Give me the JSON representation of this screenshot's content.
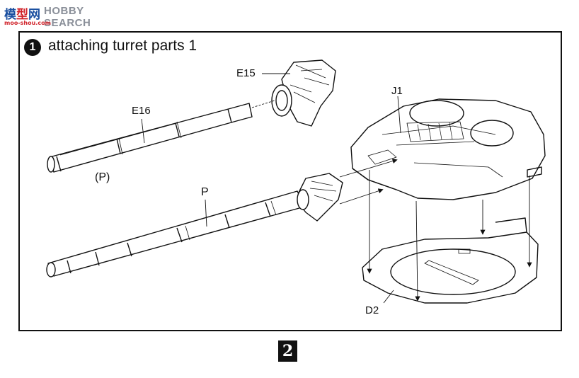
{
  "watermark": {
    "cn_1": "模",
    "cn_2": "型",
    "cn_3": "网",
    "brand": "HOBBY SEARCH",
    "url": "moo-shou.com"
  },
  "step": {
    "number": "1",
    "title": "attaching turret parts 1"
  },
  "parts": {
    "e15": "E15",
    "e16": "E16",
    "p_ref": "(P)",
    "p": "P",
    "j1": "J1",
    "d2": "D2"
  },
  "page_number": "2"
}
